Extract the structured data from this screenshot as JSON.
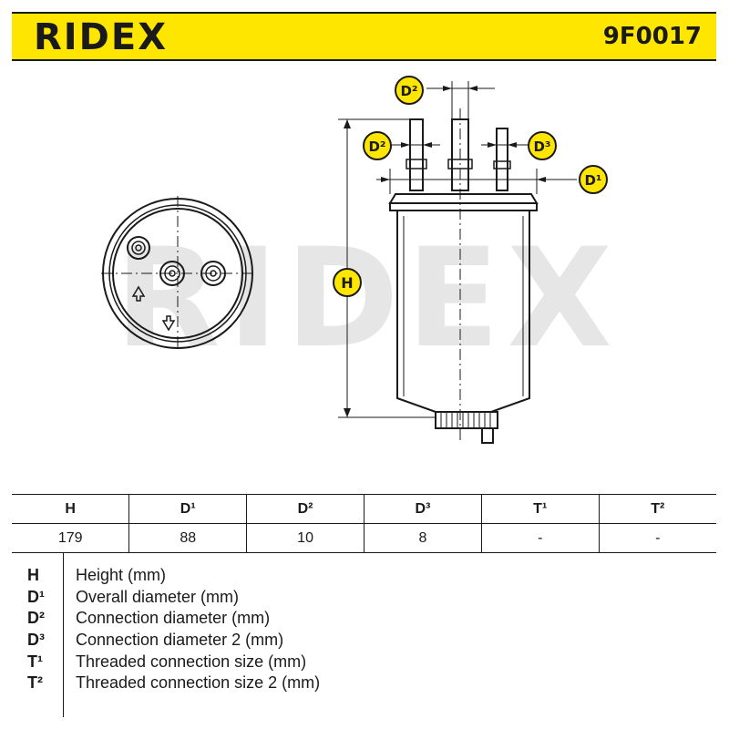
{
  "header": {
    "brand": "RIDEX",
    "part_number": "9F0017"
  },
  "drawing": {
    "watermark": "RIDEX",
    "labels": {
      "h": "H",
      "d1": "D¹",
      "d2_top": "D²",
      "d2_left": "D²",
      "d3": "D³"
    }
  },
  "specs": {
    "columns": [
      "H",
      "D¹",
      "D²",
      "D³",
      "T¹",
      "T²"
    ],
    "values": [
      "179",
      "88",
      "10",
      "8",
      "-",
      "-"
    ]
  },
  "legend": [
    {
      "symbol": "H",
      "description": "Height (mm)"
    },
    {
      "symbol": "D¹",
      "description": "Overall diameter (mm)"
    },
    {
      "symbol": "D²",
      "description": "Connection diameter (mm)"
    },
    {
      "symbol": "D³",
      "description": "Connection diameter 2 (mm)"
    },
    {
      "symbol": "T¹",
      "description": "Threaded connection size (mm)"
    },
    {
      "symbol": "T²",
      "description": "Threaded connection size 2 (mm)"
    }
  ],
  "colors": {
    "brand_yellow": "#ffe600",
    "line": "#1a1a1a",
    "watermark": "#e6e6e6"
  }
}
